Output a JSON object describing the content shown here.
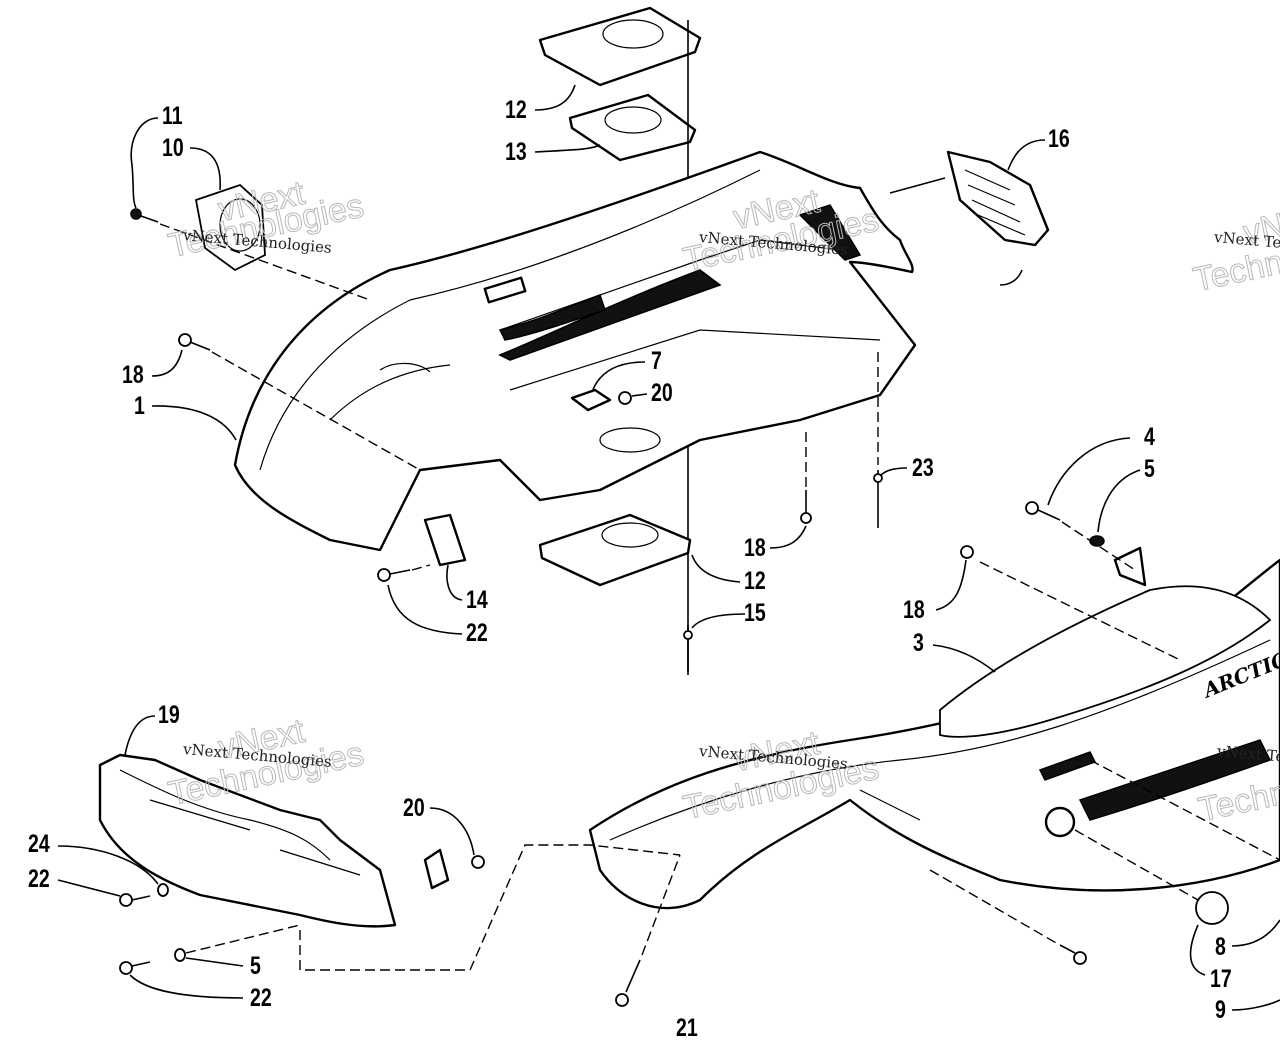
{
  "diagram": {
    "type": "exploded parts diagram",
    "subject": "Snowmobile hood / belly pan / nose pan assembly",
    "brand_text": "ARCTIC CAT",
    "watermark": {
      "line1": "vNext Technologies",
      "outline_top": "vNext",
      "outline_bottom": "Technologies"
    },
    "callouts": [
      {
        "id": "c11a",
        "label": "11"
      },
      {
        "id": "c10",
        "label": "10"
      },
      {
        "id": "c12a",
        "label": "12"
      },
      {
        "id": "c13",
        "label": "13"
      },
      {
        "id": "c16",
        "label": "16"
      },
      {
        "id": "c18a",
        "label": "18"
      },
      {
        "id": "c1",
        "label": "1"
      },
      {
        "id": "c7",
        "label": "7"
      },
      {
        "id": "c20a",
        "label": "20"
      },
      {
        "id": "c23",
        "label": "23"
      },
      {
        "id": "c4",
        "label": "4"
      },
      {
        "id": "c5a",
        "label": "5"
      },
      {
        "id": "c18b",
        "label": "18"
      },
      {
        "id": "c12b",
        "label": "12"
      },
      {
        "id": "c14",
        "label": "14"
      },
      {
        "id": "c22a",
        "label": "22"
      },
      {
        "id": "c15",
        "label": "15"
      },
      {
        "id": "c18c",
        "label": "18"
      },
      {
        "id": "c3",
        "label": "3"
      },
      {
        "id": "c19",
        "label": "19"
      },
      {
        "id": "c20b",
        "label": "20"
      },
      {
        "id": "c24",
        "label": "24"
      },
      {
        "id": "c22b",
        "label": "22"
      },
      {
        "id": "c5b",
        "label": "5"
      },
      {
        "id": "c22c",
        "label": "22"
      },
      {
        "id": "c8",
        "label": "8"
      },
      {
        "id": "c17",
        "label": "17"
      },
      {
        "id": "c9",
        "label": "9"
      },
      {
        "id": "c21",
        "label": "21"
      }
    ]
  }
}
